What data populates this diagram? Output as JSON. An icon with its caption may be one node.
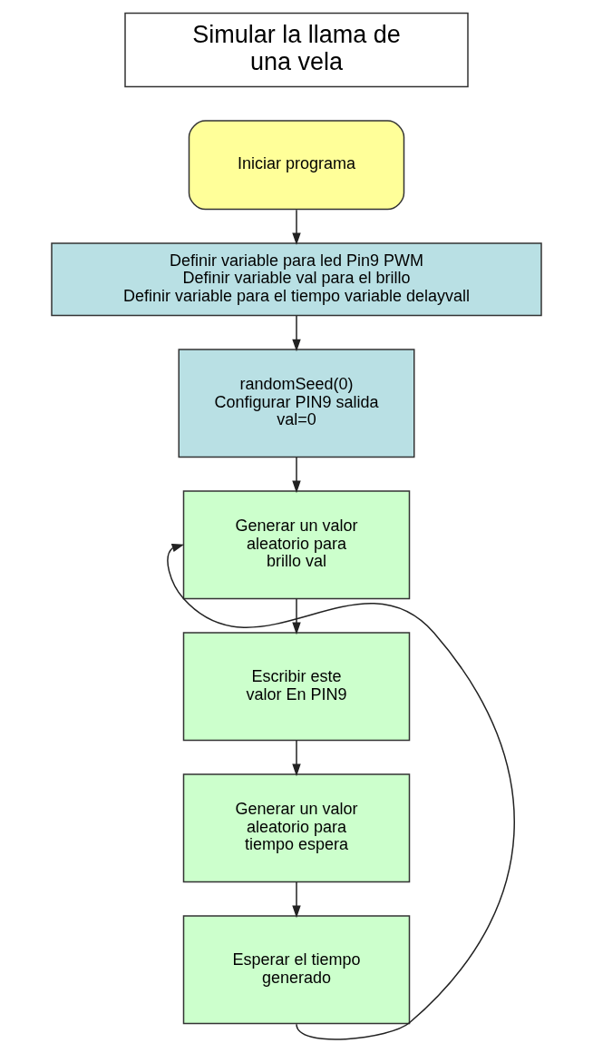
{
  "diagram": {
    "nodes": [
      {
        "text": [
          "Simular la llama de una vela"
        ]
      },
      {
        "text": [
          "Iniciar programa"
        ]
      },
      {
        "text": [
          "Definir variable para led Pin9 PWM",
          "Definir variable val para el brillo",
          "Definir variable para el tiempo variable delayvall"
        ]
      },
      {
        "text": [
          "randomSeed(0)",
          "Configurar PIN9 salida",
          "val=0"
        ]
      },
      {
        "text": [
          "Generar un valor aleatorio para brillo val"
        ]
      },
      {
        "text": [
          "Escribir este valor En PIN9"
        ]
      },
      {
        "text": [
          "Generar un valor aleatorio para tiempo espera"
        ]
      },
      {
        "text": [
          "Esperar el tiempo generado"
        ]
      }
    ],
    "edges": [
      {
        "from": 1,
        "to": 2,
        "arrow": "to"
      },
      {
        "from": 2,
        "to": 3,
        "arrow": "to"
      },
      {
        "from": 3,
        "to": 4,
        "arrow": "to"
      },
      {
        "from": 4,
        "to": 5,
        "arrow": "to"
      },
      {
        "from": 5,
        "to": 6,
        "arrow": "to"
      },
      {
        "from": 6,
        "to": 7,
        "arrow": "to"
      },
      {
        "from": 7,
        "to": 4,
        "arrow": "to"
      }
    ]
  }
}
